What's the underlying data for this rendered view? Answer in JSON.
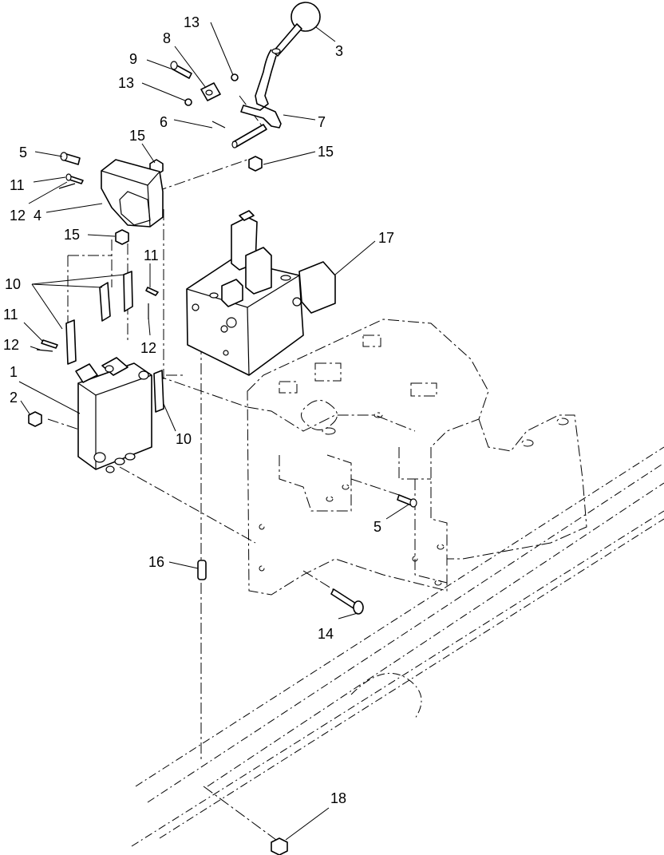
{
  "callouts": [
    {
      "id": "c1",
      "label": "1"
    },
    {
      "id": "c2",
      "label": "2"
    },
    {
      "id": "c3",
      "label": "3"
    },
    {
      "id": "c4",
      "label": "4"
    },
    {
      "id": "c5a",
      "label": "5"
    },
    {
      "id": "c5b",
      "label": "5"
    },
    {
      "id": "c6",
      "label": "6"
    },
    {
      "id": "c7",
      "label": "7"
    },
    {
      "id": "c8",
      "label": "8"
    },
    {
      "id": "c9",
      "label": "9"
    },
    {
      "id": "c10a",
      "label": "10"
    },
    {
      "id": "c10b",
      "label": "10"
    },
    {
      "id": "c11a",
      "label": "11"
    },
    {
      "id": "c11b",
      "label": "11"
    },
    {
      "id": "c11c",
      "label": "11"
    },
    {
      "id": "c12a",
      "label": "12"
    },
    {
      "id": "c12b",
      "label": "12"
    },
    {
      "id": "c12c",
      "label": "12"
    },
    {
      "id": "c13a",
      "label": "13"
    },
    {
      "id": "c13b",
      "label": "13"
    },
    {
      "id": "c14",
      "label": "14"
    },
    {
      "id": "c15a",
      "label": "15"
    },
    {
      "id": "c15b",
      "label": "15"
    },
    {
      "id": "c15c",
      "label": "15"
    },
    {
      "id": "c16",
      "label": "16"
    },
    {
      "id": "c17",
      "label": "17"
    },
    {
      "id": "c18",
      "label": "18"
    }
  ]
}
